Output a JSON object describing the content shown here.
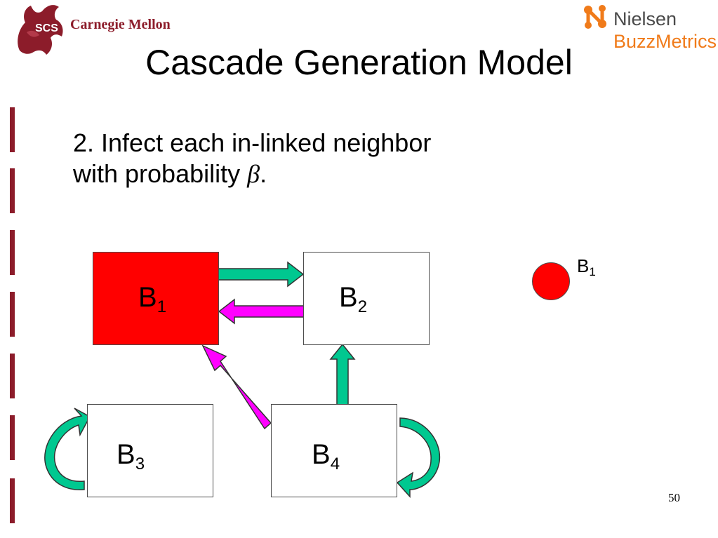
{
  "logos": {
    "cmu_crest_text": "SCS",
    "cmu_wordmark": "Carnegie Mellon",
    "nielsen_line1": "Nielsen",
    "nielsen_line2": "BuzzMetrics"
  },
  "title": "Cascade Generation Model",
  "bullet": {
    "line1": "2.  Infect each in-linked neighbor",
    "line2": "with probability ",
    "symbol": "β",
    "end": "."
  },
  "nodes": [
    {
      "name": "B",
      "sub": "1",
      "state": "infected"
    },
    {
      "name": "B",
      "sub": "2",
      "state": "uninfected"
    },
    {
      "name": "B",
      "sub": "3",
      "state": "uninfected"
    },
    {
      "name": "B",
      "sub": "4",
      "state": "uninfected"
    }
  ],
  "legend": {
    "name": "B",
    "sub": "1"
  },
  "page_number": "50",
  "colors": {
    "infected": "#ff0000",
    "link_forward": "#00c890",
    "link_infect": "#ff00ff",
    "accent_bar": "#8c1c2a",
    "buzz_orange": "#f07b1a"
  }
}
